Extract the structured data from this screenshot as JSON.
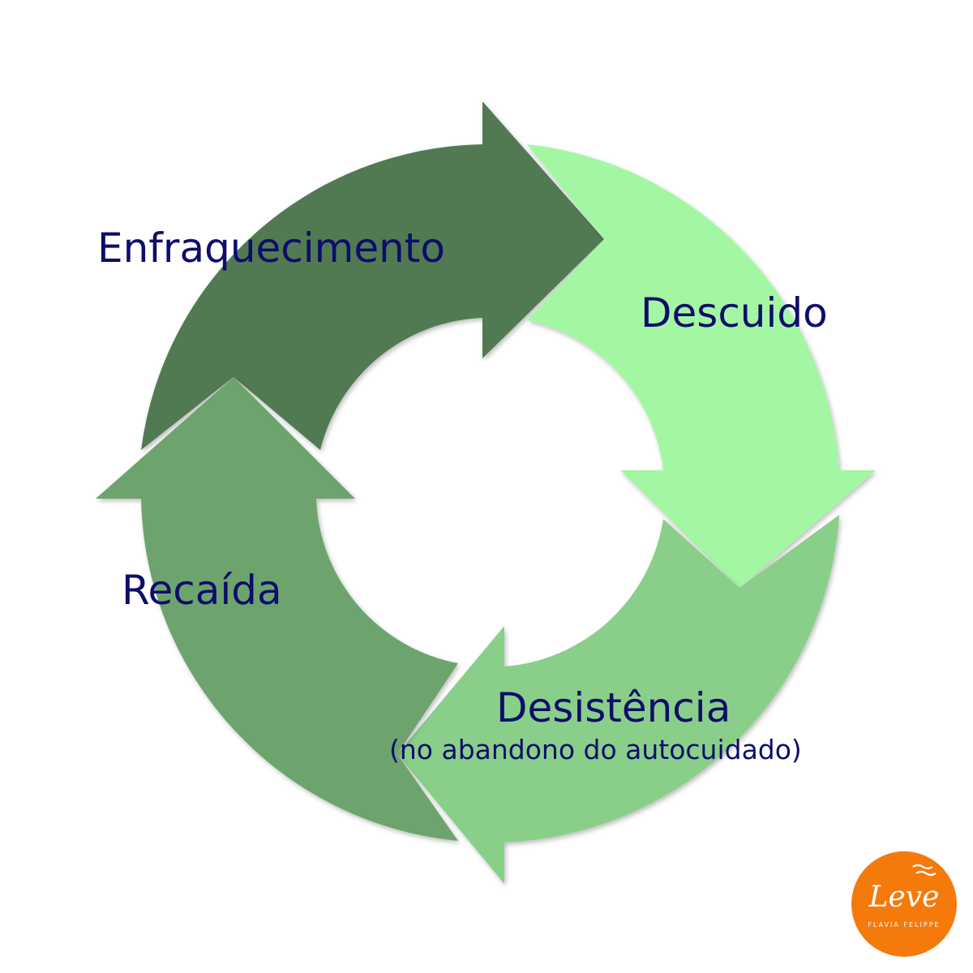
{
  "diagram": {
    "stages": [
      {
        "label": "Enfraquecimento",
        "color": "#517a52"
      },
      {
        "label": "Descuido",
        "color": "#a3f7a3"
      },
      {
        "label": "Desistência",
        "sublabel": "(no abandono do autocuidado)",
        "color": "#89cf89"
      },
      {
        "label": "Recaída",
        "color": "#6da46e"
      }
    ]
  },
  "logo": {
    "name": "Leve",
    "subtitle": "FLAVIA FELIPPE",
    "color": "#f57a0c"
  }
}
